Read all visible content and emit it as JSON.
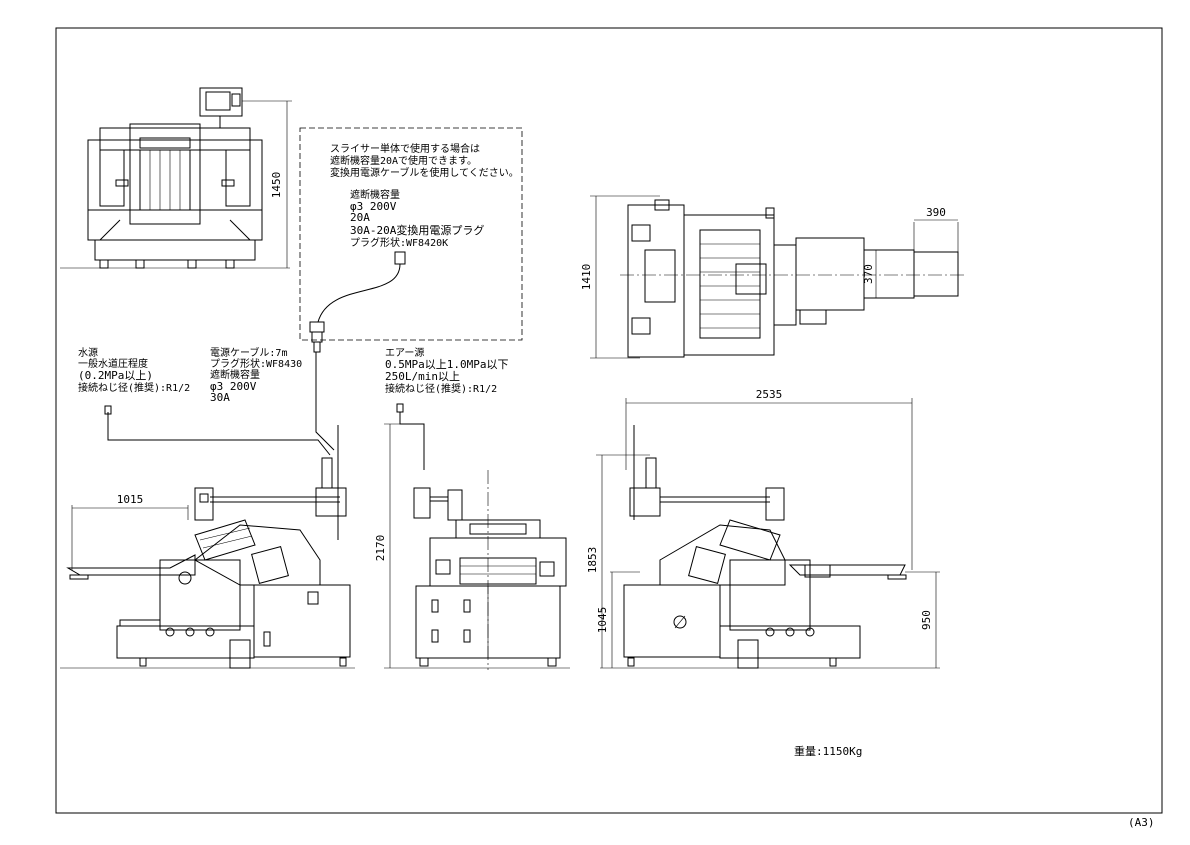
{
  "sheet": {
    "size_label": "(A3)"
  },
  "notes": {
    "slicer_note": [
      "スライサー単体で使用する場合は",
      "遮断機容量20Aで使用できます。",
      "変換用電源ケーブルを使用してください。"
    ],
    "breaker_20a": [
      "遮断機容量",
      "φ3 200V",
      "20A",
      "30A-20A変換用電源プラグ",
      "プラグ形状:WF8420K"
    ],
    "water": [
      "水源",
      "一般水道圧程度",
      "(0.2MPa以上)",
      "接続ねじ径(推奨):R1/2"
    ],
    "power": [
      "電源ケーブル:7m",
      "プラグ形状:WF8430",
      "遮断機容量",
      "φ3 200V",
      "30A"
    ],
    "air": [
      "エアー源",
      "0.5MPa以上1.0MPa以下",
      "250L/min以上",
      "接続ねじ径(推奨):R1/2"
    ],
    "weight": "重量:1150Kg"
  },
  "dimensions": {
    "front_height": "1450",
    "top_depth": "1410",
    "top_out_width": "390",
    "top_out_depth": "370",
    "overall_length": "2535",
    "left_out_length": "1015",
    "overall_height": "2170",
    "height_1853": "1853",
    "height_1045": "1045",
    "height_950": "950"
  }
}
